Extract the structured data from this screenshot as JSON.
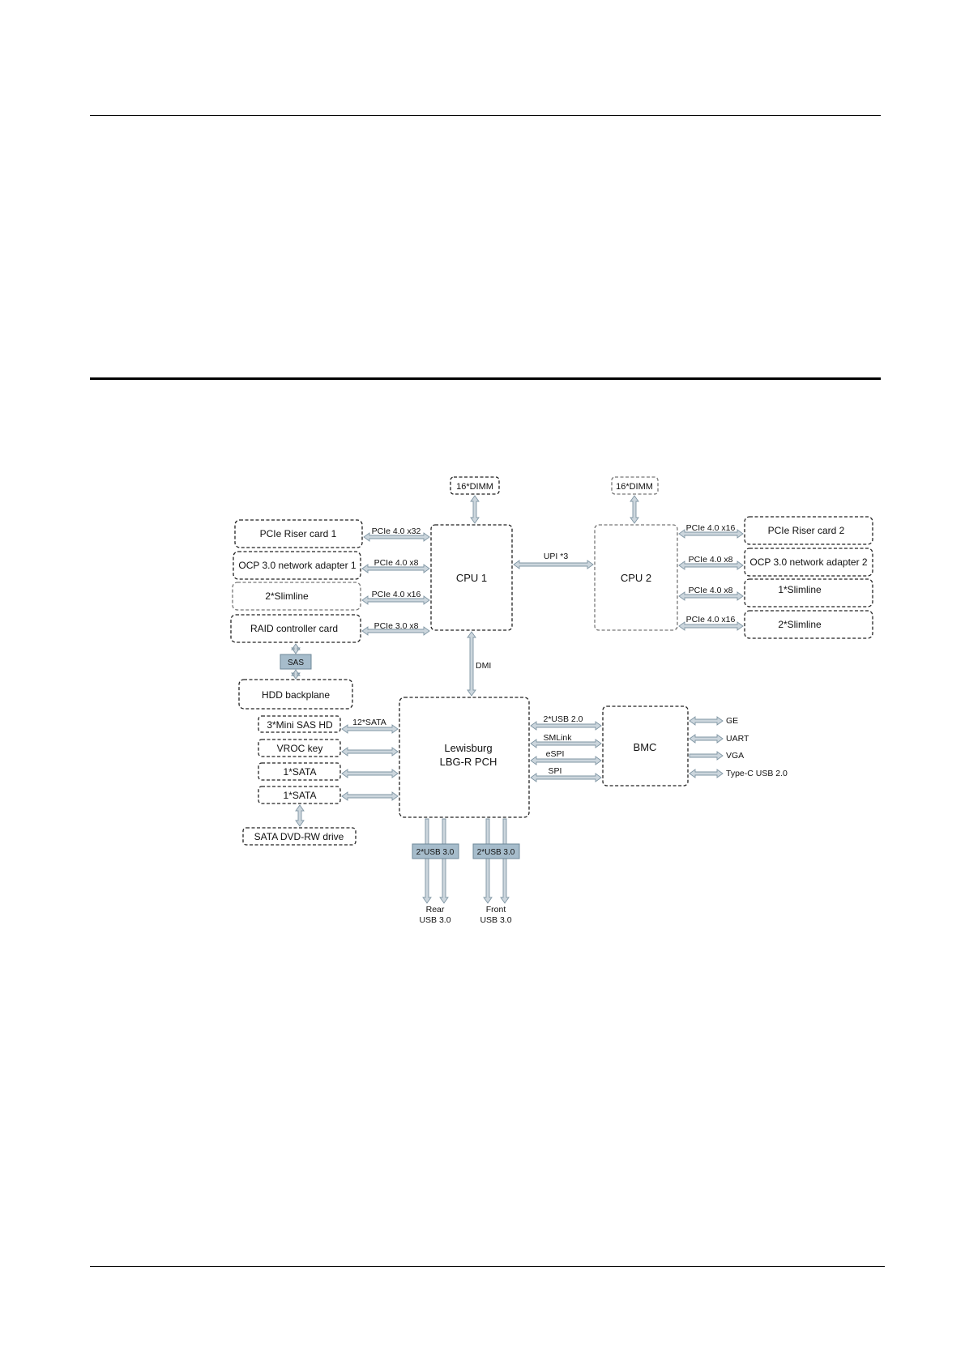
{
  "diagram": {
    "cpu1": "CPU 1",
    "cpu2": "CPU 2",
    "dimm1": "16*DIMM",
    "dimm2": "16*DIMM",
    "upi": "UPI *3",
    "dmi": "DMI",
    "left_cpu": [
      {
        "device": "PCIe Riser card 1",
        "link": "PCIe 4.0 x32"
      },
      {
        "device": "OCP 3.0 network adapter 1",
        "link": "PCIe 4.0 x8"
      },
      {
        "device": "2*Slimline",
        "link": "PCIe 4.0 x16"
      },
      {
        "device": "RAID controller card",
        "link": "PCIe 3.0 x8"
      }
    ],
    "right_cpu": [
      {
        "device": "PCIe Riser card 2",
        "link": "PCIe 4.0 x16"
      },
      {
        "device": "OCP 3.0 network adapter 2",
        "link": "PCIe 4.0 x8"
      },
      {
        "device": "1*Slimline",
        "link": "PCIe 4.0 x8"
      },
      {
        "device": "2*Slimline",
        "link": "PCIe 4.0 x16"
      }
    ],
    "sas": "SAS",
    "hdd": "HDD backplane",
    "pch_line1": "Lewisburg",
    "pch_line2": "LBG-R PCH",
    "pch_left": [
      {
        "device": "3*Mini SAS HD",
        "link": "12*SATA"
      },
      {
        "device": "VROC key",
        "link": ""
      },
      {
        "device": "1*SATA",
        "link": ""
      },
      {
        "device": "1*SATA",
        "link": ""
      }
    ],
    "dvd": "SATA DVD-RW drive",
    "bmc": "BMC",
    "pch_bmc": [
      "2*USB 2.0",
      "SMLink",
      "eSPI",
      "SPI"
    ],
    "bmc_out": [
      "GE",
      "UART",
      "VGA",
      "Type-C USB 2.0"
    ],
    "usb_rear_tag": "2*USB 3.0",
    "usb_front_tag": "2*USB 3.0",
    "rear_line1": "Rear",
    "rear_line2": "USB 3.0",
    "front_line1": "Front",
    "front_line2": "USB 3.0"
  },
  "colors": {
    "arrow_fill": "#ccd6dd",
    "arrow_stroke": "#7f95a3",
    "tag_fill": "#a6bccb"
  }
}
